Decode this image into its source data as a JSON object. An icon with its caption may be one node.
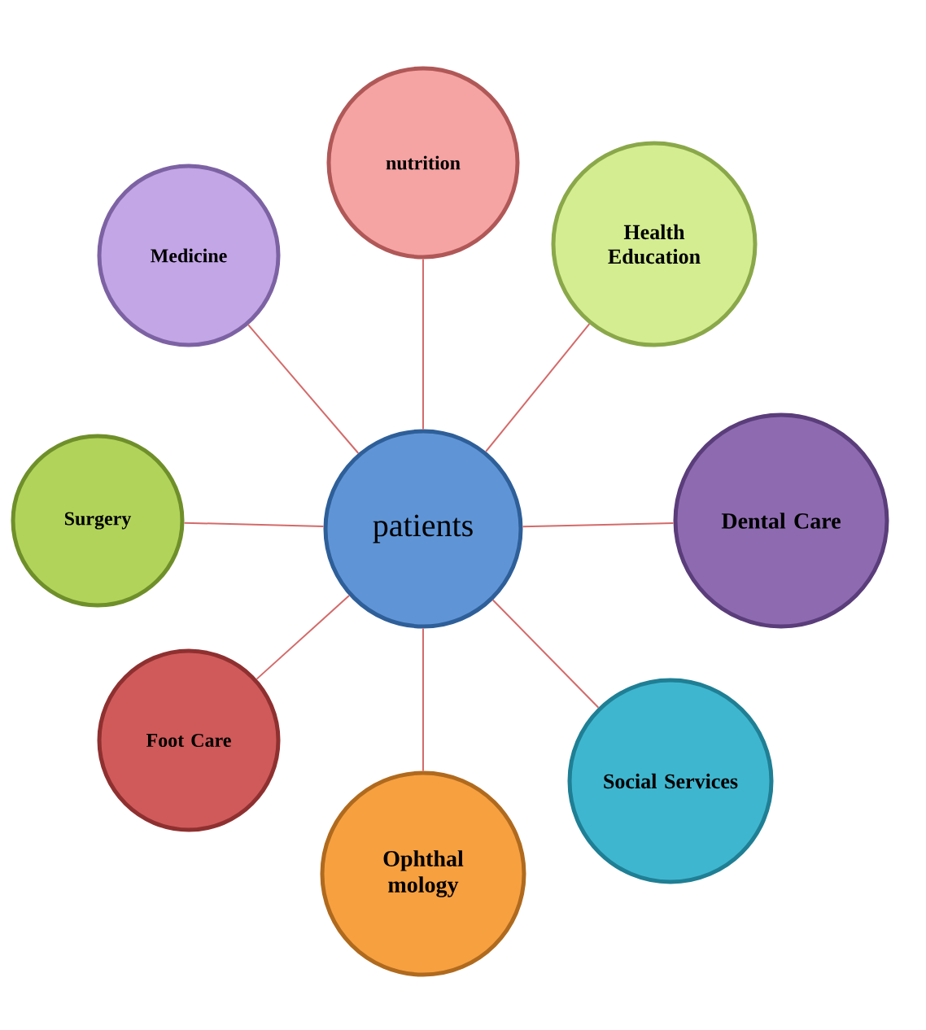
{
  "diagram": {
    "nodes": [
      {
        "text": [
          "patients"
        ]
      },
      {
        "text": [
          "nutrition"
        ]
      },
      {
        "text": [
          "Health Education"
        ]
      },
      {
        "text": [
          "Dental Care"
        ]
      },
      {
        "text": [
          "Social Services"
        ]
      },
      {
        "text": [
          "Ophthal mology"
        ]
      },
      {
        "text": [
          "Foot Care"
        ]
      },
      {
        "text": [
          "Surgery"
        ]
      },
      {
        "text": [
          "Medicine"
        ]
      }
    ],
    "edges": [
      {
        "from": 0,
        "to": 1,
        "arrow": "none"
      },
      {
        "from": 0,
        "to": 2,
        "arrow": "none"
      },
      {
        "from": 0,
        "to": 3,
        "arrow": "none"
      },
      {
        "from": 0,
        "to": 4,
        "arrow": "none"
      },
      {
        "from": 0,
        "to": 5,
        "arrow": "none"
      },
      {
        "from": 0,
        "to": 6,
        "arrow": "none"
      },
      {
        "from": 0,
        "to": 7,
        "arrow": "none"
      },
      {
        "from": 0,
        "to": 8,
        "arrow": "none"
      }
    ]
  }
}
